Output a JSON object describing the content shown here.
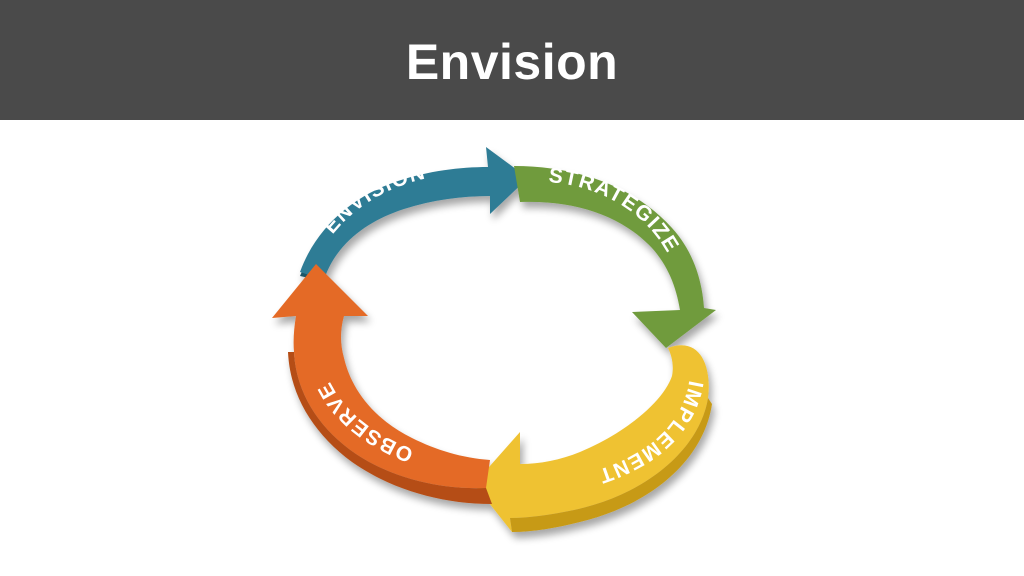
{
  "slide": {
    "title": "Envision"
  },
  "cycle": {
    "stages": [
      {
        "label": "ENVISION",
        "color": "#2f7c95",
        "dark": "#1d5668"
      },
      {
        "label": "STRATEGIZE",
        "color": "#6f9b3d",
        "dark": "#4a6d27"
      },
      {
        "label": "IMPLEMENT",
        "color": "#efc232",
        "dark": "#c79a18"
      },
      {
        "label": "OBSERVE",
        "color": "#e46a25",
        "dark": "#b54e16"
      }
    ]
  }
}
